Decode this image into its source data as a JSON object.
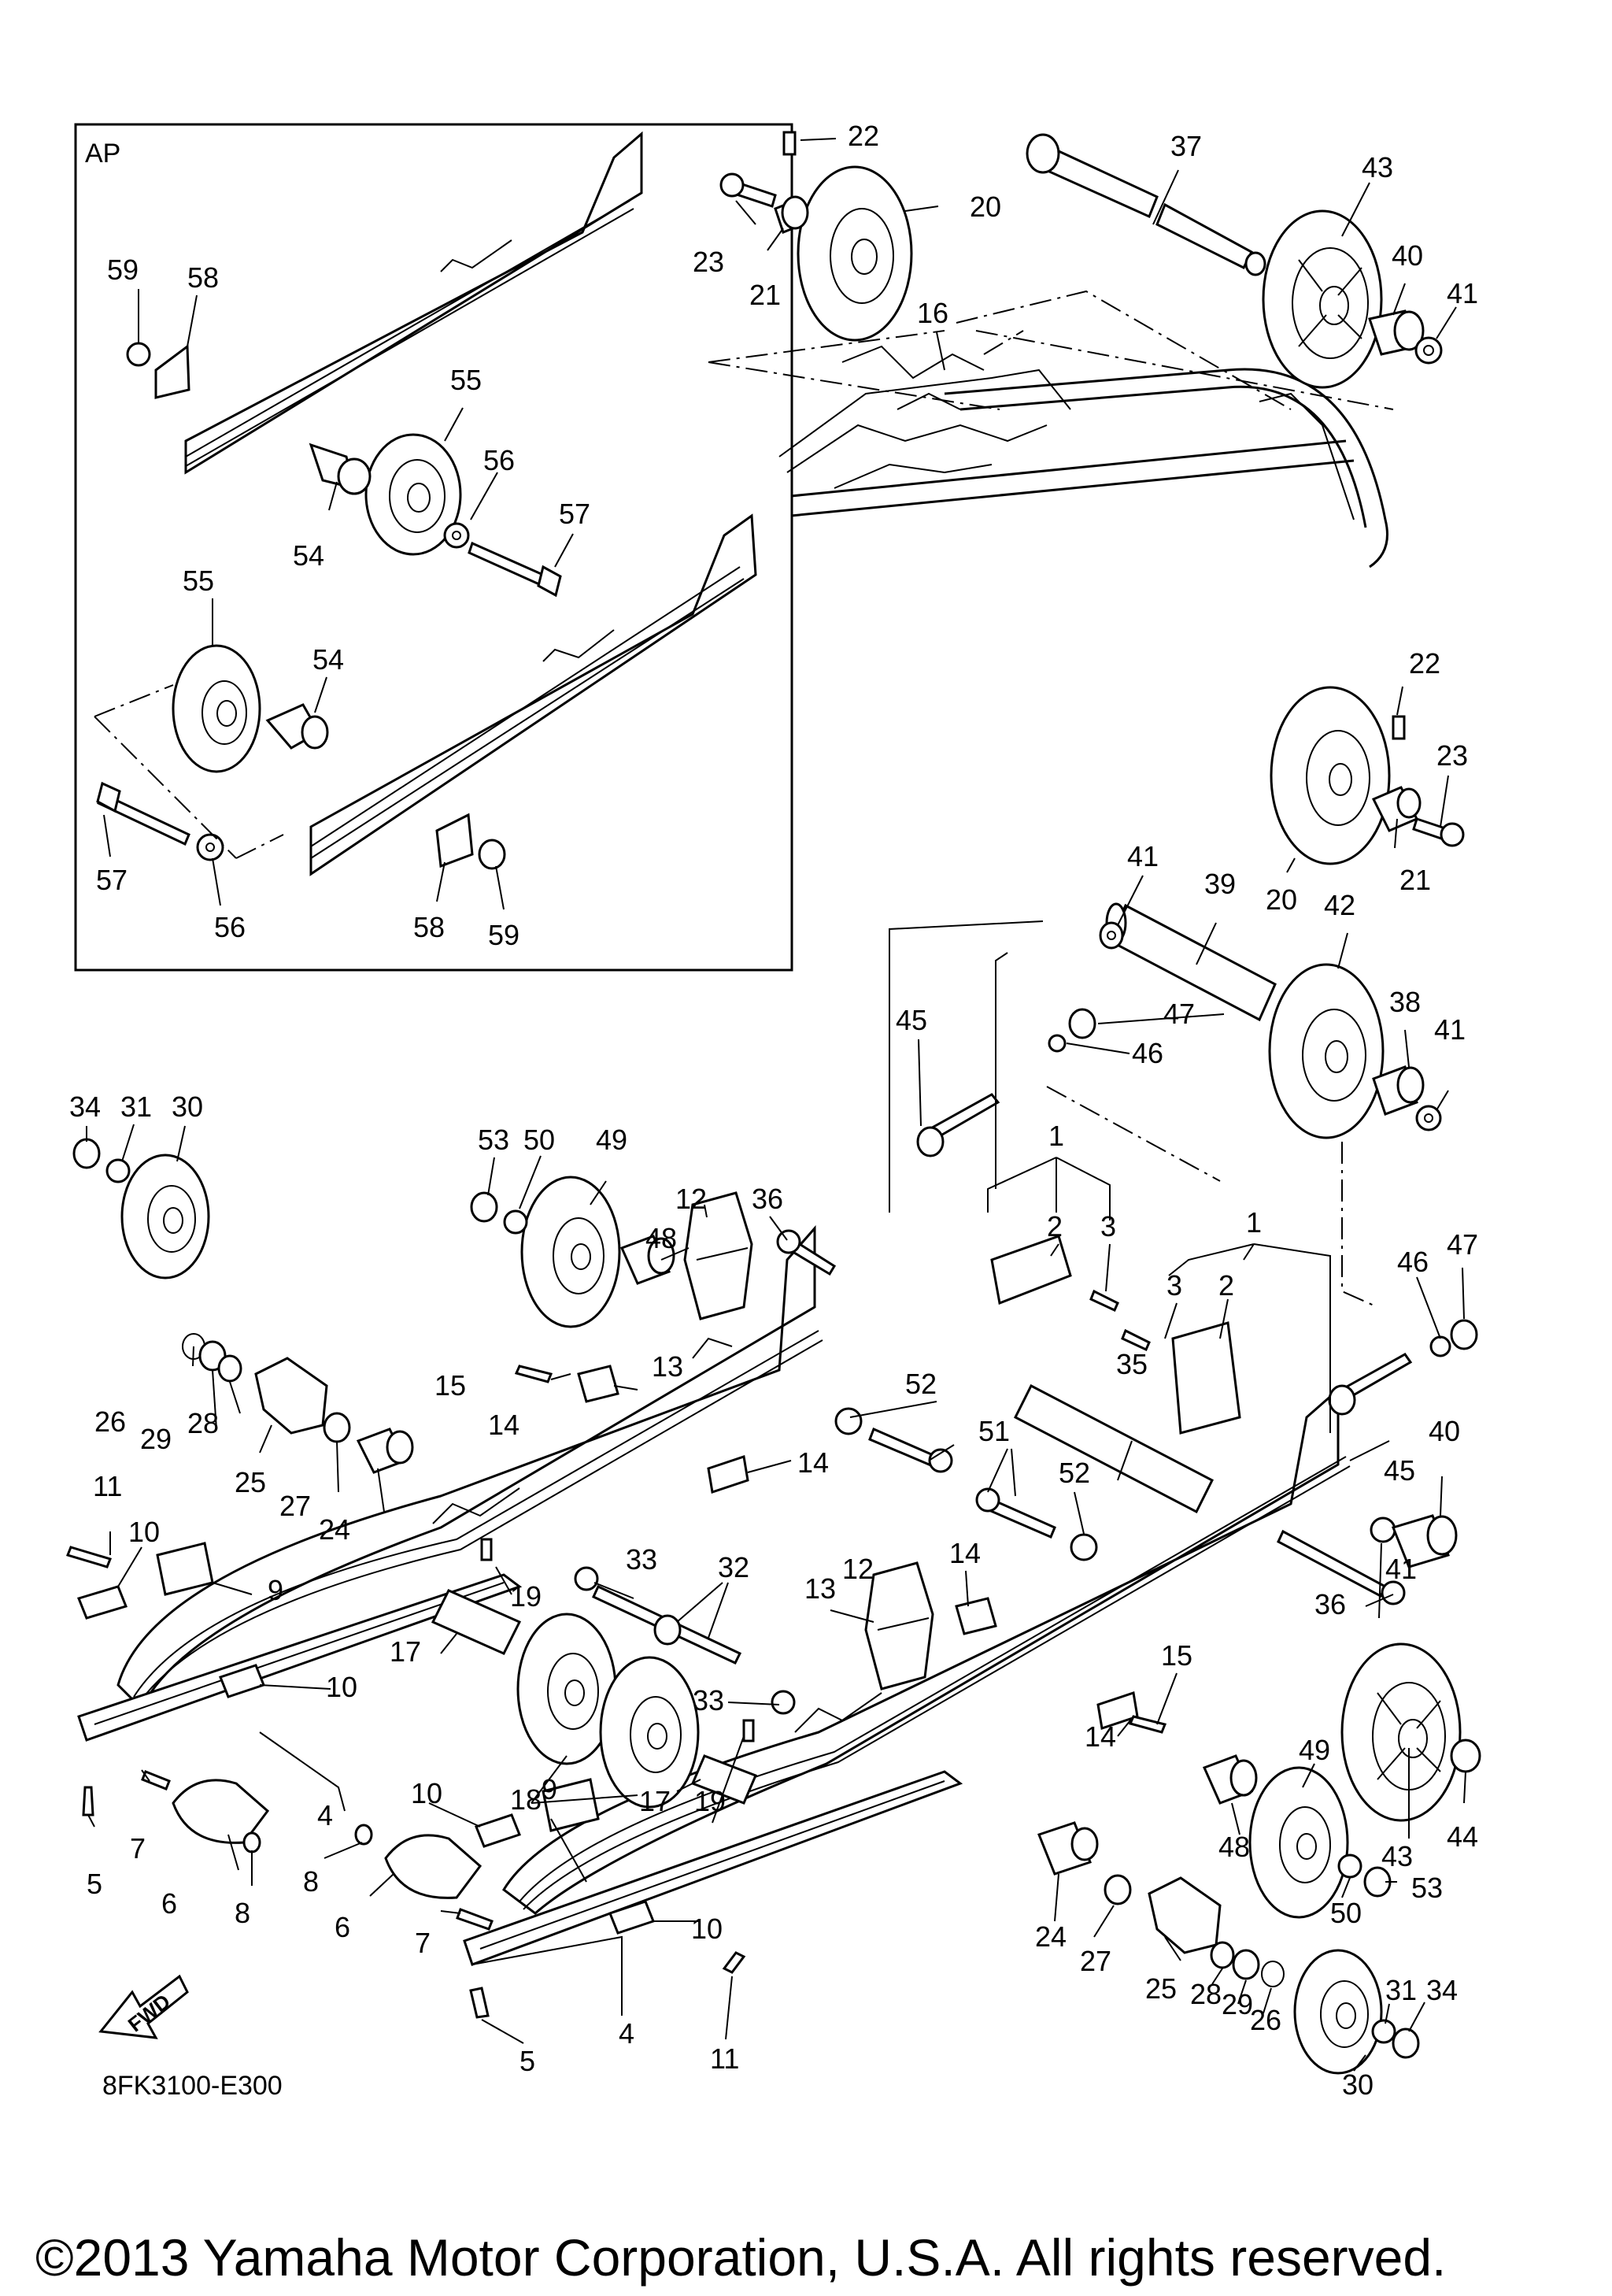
{
  "inset_label": "AP",
  "reference_code": "8FK3100-E300",
  "fwd_label": "FWD",
  "copyright": "©2013 Yamaha Motor Corporation, U.S.A. All rights reserved.",
  "callouts": [
    {
      "n": "22"
    },
    {
      "n": "37"
    },
    {
      "n": "43"
    },
    {
      "n": "20"
    },
    {
      "n": "23"
    },
    {
      "n": "21"
    },
    {
      "n": "40"
    },
    {
      "n": "41"
    },
    {
      "n": "16"
    },
    {
      "n": "59"
    },
    {
      "n": "58"
    },
    {
      "n": "55"
    },
    {
      "n": "56"
    },
    {
      "n": "57"
    },
    {
      "n": "54"
    },
    {
      "n": "55"
    },
    {
      "n": "54"
    },
    {
      "n": "57"
    },
    {
      "n": "56"
    },
    {
      "n": "58"
    },
    {
      "n": "59"
    },
    {
      "n": "22"
    },
    {
      "n": "23"
    },
    {
      "n": "21"
    },
    {
      "n": "20"
    },
    {
      "n": "41"
    },
    {
      "n": "39"
    },
    {
      "n": "42"
    },
    {
      "n": "47"
    },
    {
      "n": "46"
    },
    {
      "n": "45"
    },
    {
      "n": "38"
    },
    {
      "n": "41"
    },
    {
      "n": "34"
    },
    {
      "n": "31"
    },
    {
      "n": "30"
    },
    {
      "n": "53"
    },
    {
      "n": "50"
    },
    {
      "n": "49"
    },
    {
      "n": "12"
    },
    {
      "n": "48"
    },
    {
      "n": "36"
    },
    {
      "n": "1"
    },
    {
      "n": "2"
    },
    {
      "n": "3"
    },
    {
      "n": "1"
    },
    {
      "n": "3"
    },
    {
      "n": "2"
    },
    {
      "n": "46"
    },
    {
      "n": "47"
    },
    {
      "n": "13"
    },
    {
      "n": "15"
    },
    {
      "n": "14"
    },
    {
      "n": "26"
    },
    {
      "n": "29"
    },
    {
      "n": "28"
    },
    {
      "n": "25"
    },
    {
      "n": "27"
    },
    {
      "n": "24"
    },
    {
      "n": "52"
    },
    {
      "n": "14"
    },
    {
      "n": "35"
    },
    {
      "n": "51"
    },
    {
      "n": "45"
    },
    {
      "n": "40"
    },
    {
      "n": "52"
    },
    {
      "n": "11"
    },
    {
      "n": "10"
    },
    {
      "n": "9"
    },
    {
      "n": "33"
    },
    {
      "n": "19"
    },
    {
      "n": "32"
    },
    {
      "n": "12"
    },
    {
      "n": "13"
    },
    {
      "n": "14"
    },
    {
      "n": "41"
    },
    {
      "n": "36"
    },
    {
      "n": "17"
    },
    {
      "n": "10"
    },
    {
      "n": "33"
    },
    {
      "n": "15"
    },
    {
      "n": "18"
    },
    {
      "n": "19"
    },
    {
      "n": "14"
    },
    {
      "n": "17"
    },
    {
      "n": "49"
    },
    {
      "n": "10"
    },
    {
      "n": "9"
    },
    {
      "n": "4"
    },
    {
      "n": "7"
    },
    {
      "n": "44"
    },
    {
      "n": "5"
    },
    {
      "n": "6"
    },
    {
      "n": "8"
    },
    {
      "n": "8"
    },
    {
      "n": "48"
    },
    {
      "n": "43"
    },
    {
      "n": "10"
    },
    {
      "n": "53"
    },
    {
      "n": "6"
    },
    {
      "n": "50"
    },
    {
      "n": "7"
    },
    {
      "n": "24"
    },
    {
      "n": "27"
    },
    {
      "n": "25"
    },
    {
      "n": "28"
    },
    {
      "n": "29"
    },
    {
      "n": "26"
    },
    {
      "n": "31"
    },
    {
      "n": "34"
    },
    {
      "n": "4"
    },
    {
      "n": "11"
    },
    {
      "n": "5"
    },
    {
      "n": "30"
    }
  ]
}
